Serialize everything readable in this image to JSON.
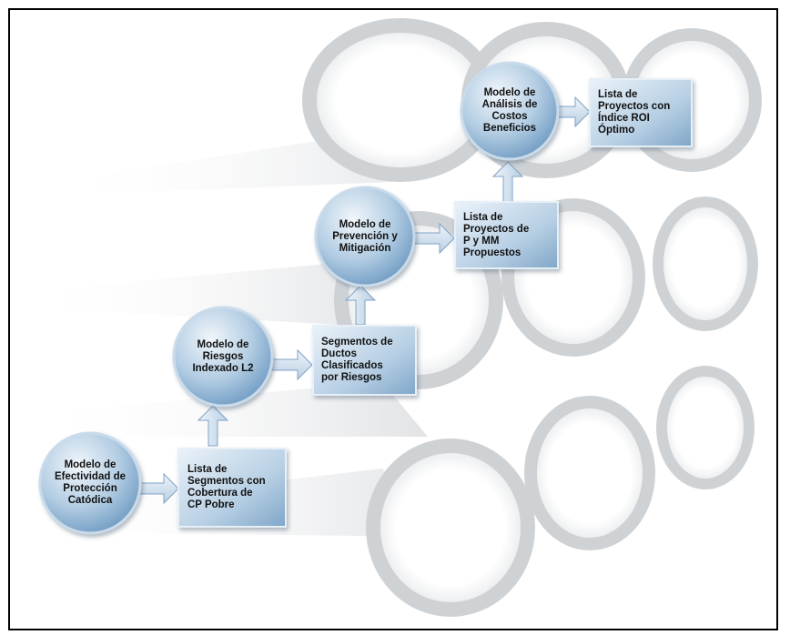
{
  "colors": {
    "node_fill_light": "#e6f0f8",
    "node_fill_dark": "#6b98c0",
    "node_stroke": "#b9d0e4",
    "arrow_fill": "#d3e2ef",
    "arrow_stroke": "#7fa3c4",
    "pipe": "#d8dadc"
  },
  "nodes": {
    "proteccion_model": "Modelo de\nEfectividad de\nProtección\nCatódica",
    "riesgos_model": "Modelo de\nRiesgos\nIndexado L2",
    "prevencion_model": "Modelo de\nPrevención y\nMitigación",
    "costos_model": "Modelo de\nAnálisis de\nCostos\nBeneficios"
  },
  "boxes": {
    "segmentos_cp": "Lista de\nSegmentos con\nCobertura de\nCP Pobre",
    "segmentos_ductos": "Segmentos de\nDuctos\nClasificados\npor Riesgos",
    "proyectos_pmm": "Lista de\nProyectos de\nP y MM\nPropuestos",
    "proyectos_roi": "Lista de\nProyectos con\nÍndice ROI\nÓptimo"
  }
}
